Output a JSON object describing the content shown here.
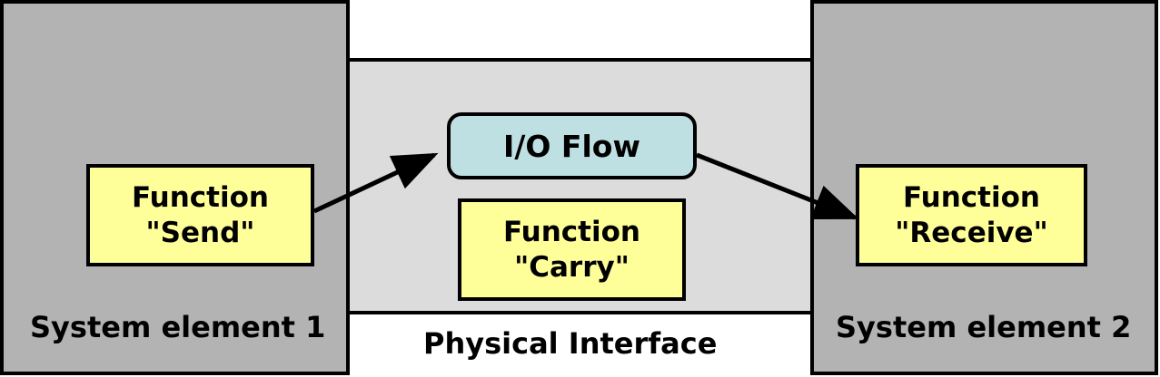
{
  "system_element_1": {
    "label": "System element 1"
  },
  "system_element_2": {
    "label": "System element 2"
  },
  "physical_interface": {
    "label": "Physical Interface"
  },
  "io_flow": {
    "label": "I/O Flow"
  },
  "function_send": {
    "line1": "Function",
    "line2": "\"Send\""
  },
  "function_carry": {
    "line1": "Function",
    "line2": "\"Carry\""
  },
  "function_receive": {
    "line1": "Function",
    "line2": "\"Receive\""
  },
  "colors": {
    "system_fill": "#b3b3b3",
    "interface_fill": "#dcdcdc",
    "function_fill": "#ffff99",
    "flow_fill": "#bfe0e3",
    "stroke": "#000000"
  }
}
